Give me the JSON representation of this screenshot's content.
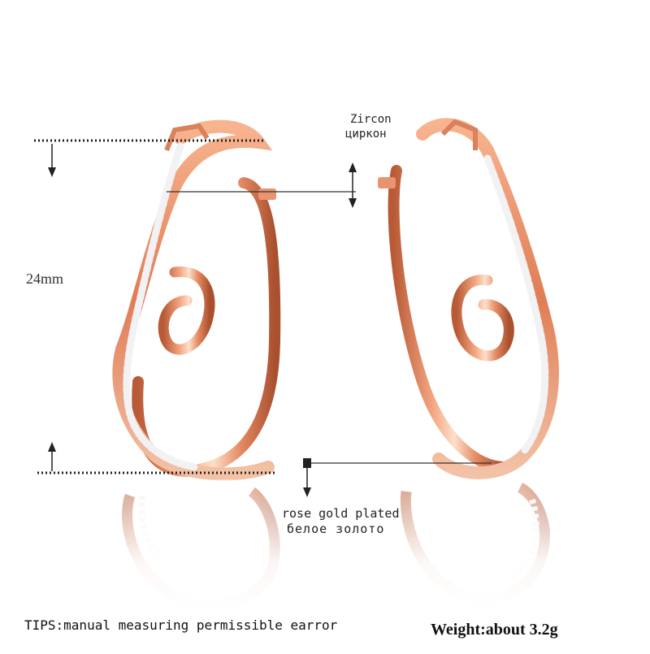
{
  "product": {
    "size_label": "24mm",
    "stone_label_en": "Zircon",
    "stone_label_ru": "циркон",
    "material_label_en": "rose gold plated",
    "material_label_ru": "белое золото",
    "tips_text": "TIPS:manual measuring permissible earror",
    "weight_text": "Weight:about 3.2g"
  },
  "colors": {
    "rose_gold_light": "#fbd0b8",
    "rose_gold_mid": "#e9936d",
    "rose_gold_dark": "#b85a36",
    "stone": "#eef0f2",
    "background": "#ffffff"
  }
}
